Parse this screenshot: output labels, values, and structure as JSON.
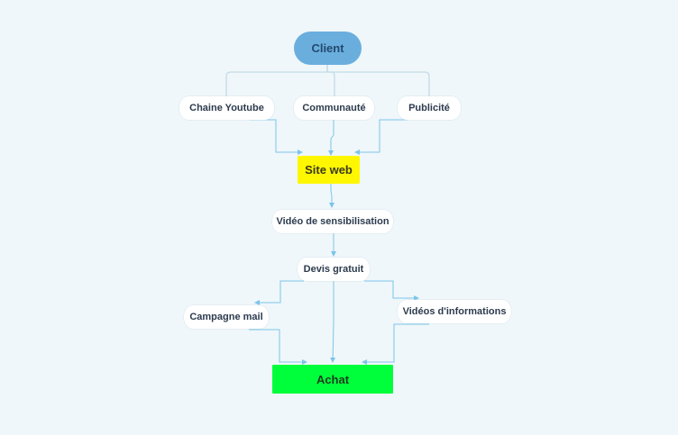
{
  "diagram": {
    "nodes": {
      "client": "Client",
      "youtube": "Chaine Youtube",
      "communaute": "Communauté",
      "publicite": "Publicité",
      "site_web": "Site web",
      "video_sensibilisation": "Vidéo de sensibilisation",
      "devis": "Devis gratuit",
      "campagne_mail": "Campagne mail",
      "videos_informations": "Vidéos d'informations",
      "achat": "Achat"
    },
    "edges": [
      {
        "from": "client",
        "to": "youtube"
      },
      {
        "from": "client",
        "to": "communaute"
      },
      {
        "from": "client",
        "to": "publicite"
      },
      {
        "from": "youtube",
        "to": "site_web"
      },
      {
        "from": "communaute",
        "to": "site_web"
      },
      {
        "from": "publicite",
        "to": "site_web"
      },
      {
        "from": "site_web",
        "to": "video_sensibilisation"
      },
      {
        "from": "video_sensibilisation",
        "to": "devis"
      },
      {
        "from": "devis",
        "to": "campagne_mail"
      },
      {
        "from": "devis",
        "to": "videos_informations"
      },
      {
        "from": "devis",
        "to": "achat"
      },
      {
        "from": "campagne_mail",
        "to": "achat"
      },
      {
        "from": "videos_informations",
        "to": "achat"
      }
    ],
    "colors": {
      "background": "#eff7fa",
      "client": "#6aaede",
      "site_web": "#fff700",
      "achat": "#00ff3b",
      "connector_client": "#c4dbe6",
      "connector": "#7cc4ea"
    }
  }
}
